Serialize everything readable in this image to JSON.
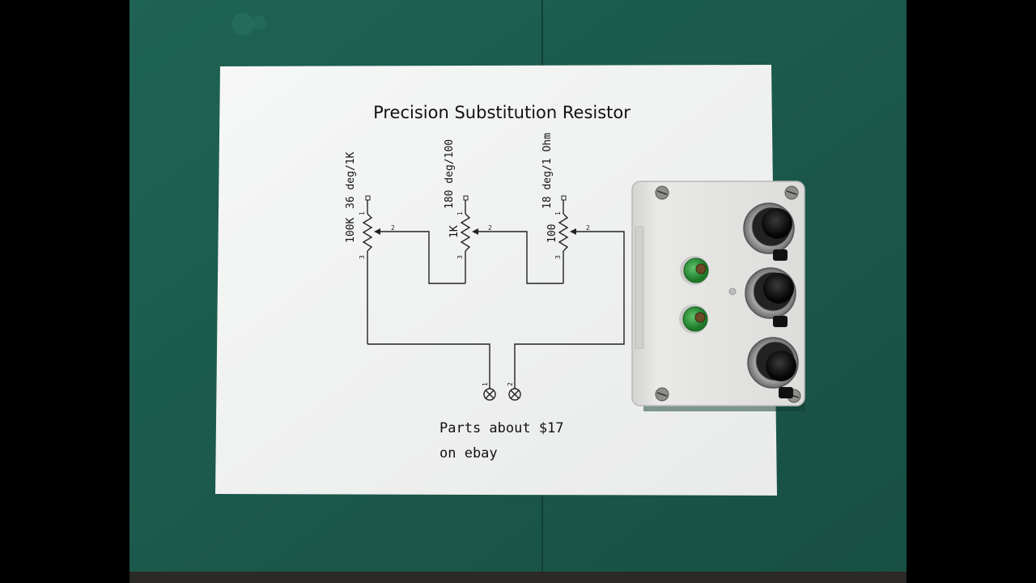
{
  "schematic": {
    "title": "Precision Substitution Resistor",
    "pots": [
      {
        "value": "100K",
        "note": "36 deg/1K"
      },
      {
        "value": "1K",
        "note": "180 deg/100"
      },
      {
        "value": "100",
        "note": "18 deg/1 Ohm"
      }
    ],
    "pin_labels": {
      "pin1": "1",
      "pin2": "2",
      "pin3": "3"
    },
    "terminals": [
      "1",
      "2"
    ],
    "parts_note": [
      "Parts about $17",
      "on ebay"
    ]
  },
  "colors": {
    "mat_green": "#1d5e50",
    "paper": "#f1f2f2",
    "box": "#e4e4e2",
    "binding_post": "#2f9a3a"
  }
}
